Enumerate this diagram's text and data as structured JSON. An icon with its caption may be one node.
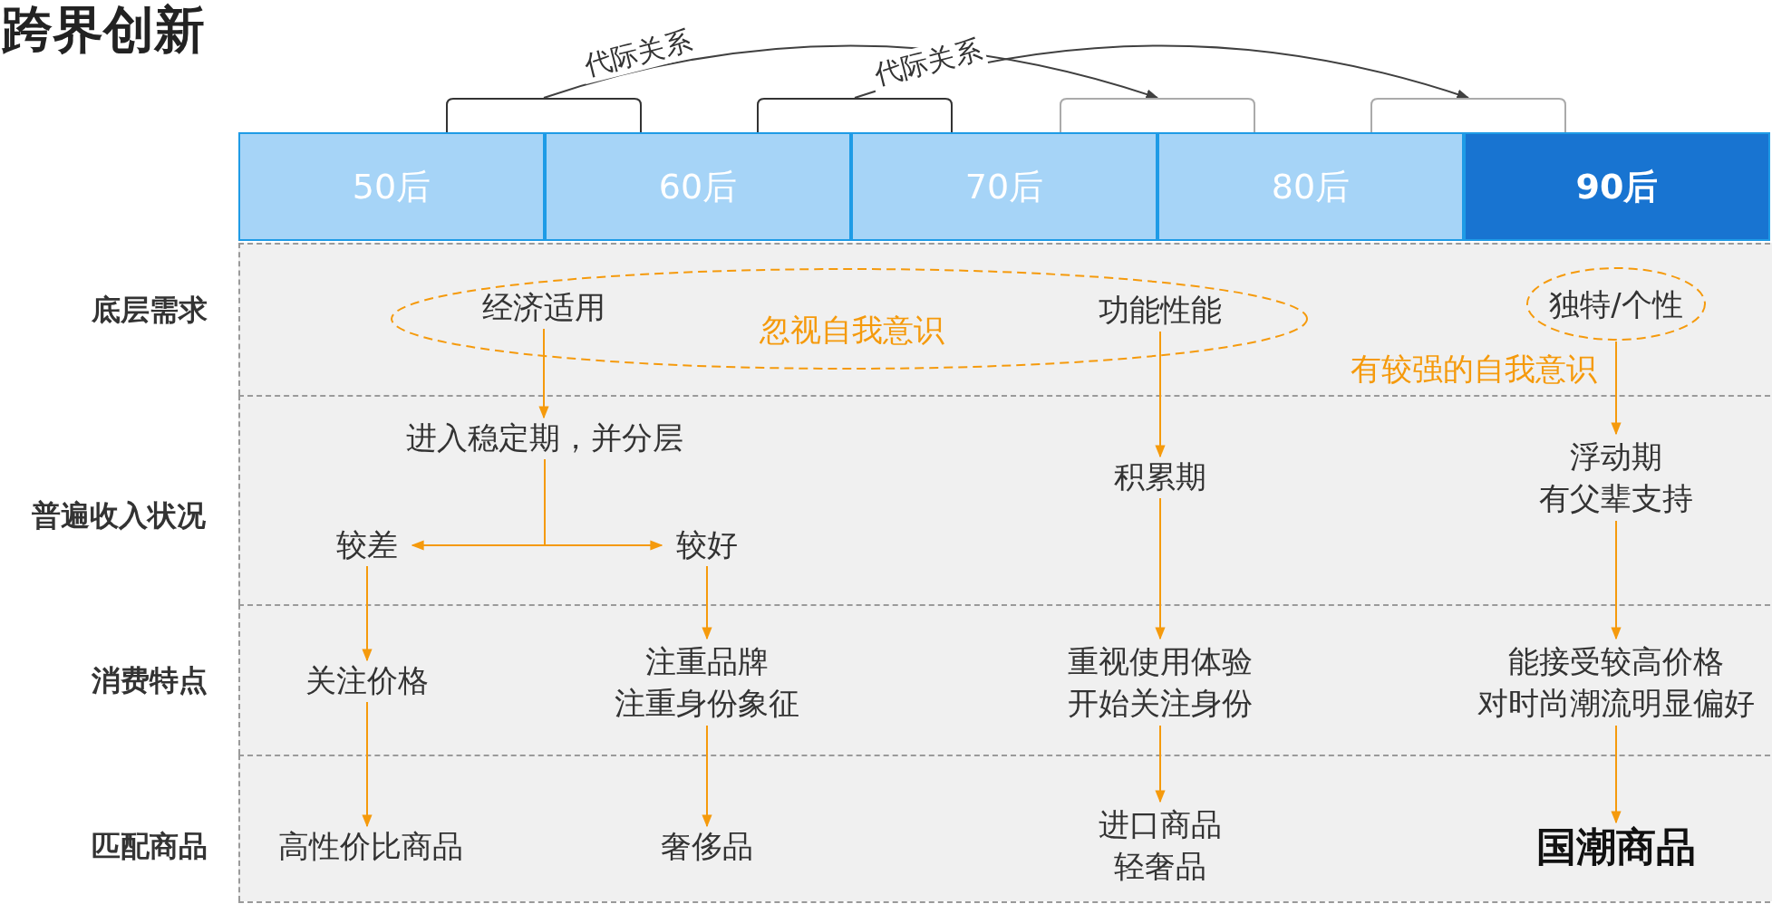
{
  "diagram": {
    "title": "跨界创新",
    "nodes": [
      {
        "text": [
          "50后"
        ]
      },
      {
        "text": [
          "60后"
        ]
      },
      {
        "text": [
          "70后"
        ]
      },
      {
        "text": [
          "80后"
        ]
      },
      {
        "text": [
          "90后"
        ]
      },
      {
        "text": [],
        "shape": "bracket"
      },
      {
        "text": [],
        "shape": "bracket"
      },
      {
        "text": [],
        "shape": "bracket"
      },
      {
        "text": [],
        "shape": "bracket"
      },
      {
        "text": [
          "忽视自我意识"
        ]
      },
      {
        "text": [
          "经济适用"
        ],
        "in": 9
      },
      {
        "text": [
          "功能性能"
        ],
        "in": 9
      },
      {
        "text": [
          "独特/个性"
        ]
      },
      {
        "text": [
          "进入稳定期，并分层"
        ]
      },
      {
        "text": [
          "较差"
        ]
      },
      {
        "text": [
          "较好"
        ]
      },
      {
        "text": [
          "积累期"
        ]
      },
      {
        "text": [
          "浮动期",
          "有父辈支持"
        ]
      },
      {
        "text": [
          "关注价格"
        ]
      },
      {
        "text": [
          "注重品牌",
          "注重身份象征"
        ]
      },
      {
        "text": [
          "重视使用体验",
          "开始关注身份"
        ]
      },
      {
        "text": [
          "能接受较高价格",
          "对时尚潮流明显偏好"
        ]
      },
      {
        "text": [
          "高性价比商品"
        ]
      },
      {
        "text": [
          "奢侈品"
        ]
      },
      {
        "text": [
          "进口商品",
          "轻奢品"
        ]
      },
      {
        "text": [
          "国潮商品"
        ]
      }
    ],
    "edges": [
      {
        "from": 5,
        "to": 7,
        "arrow": "to",
        "label": "代际关系",
        "color": "#404040"
      },
      {
        "from": 6,
        "to": 8,
        "arrow": "to",
        "label": "代际关系",
        "color": "#404040"
      },
      {
        "from": 10,
        "to": 13,
        "arrow": "to"
      },
      {
        "from": 11,
        "to": 16,
        "arrow": "to"
      },
      {
        "from": 12,
        "to": 17,
        "arrow": "to"
      },
      {
        "from": 13,
        "to": 14,
        "arrow": "to"
      },
      {
        "from": 13,
        "to": 15,
        "arrow": "to"
      },
      {
        "from": 14,
        "to": 18,
        "arrow": "to"
      },
      {
        "from": 15,
        "to": 19,
        "arrow": "to"
      },
      {
        "from": 16,
        "to": 20,
        "arrow": "to"
      },
      {
        "from": 17,
        "to": 21,
        "arrow": "to"
      },
      {
        "from": 18,
        "to": 22,
        "arrow": "to"
      },
      {
        "from": 19,
        "to": 23,
        "arrow": "to"
      },
      {
        "from": 20,
        "to": 24,
        "arrow": "to"
      },
      {
        "from": 21,
        "to": 25,
        "arrow": "to"
      }
    ],
    "labels": [
      "底层需求",
      "有较强的自我意识",
      "普遍收入状况",
      "消费特点",
      "匹配商品"
    ]
  }
}
